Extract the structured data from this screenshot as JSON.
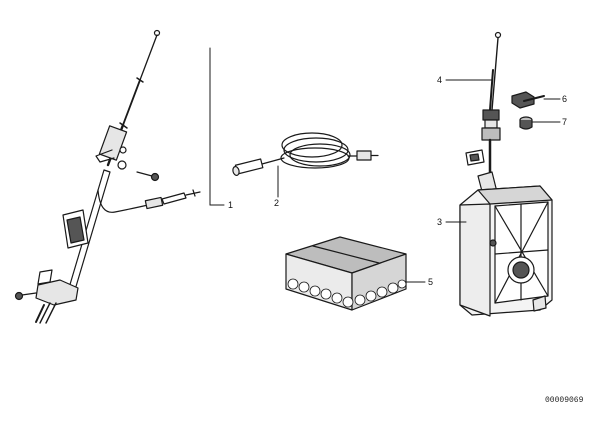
{
  "diagram": {
    "callouts": [
      {
        "id": "1",
        "text": "1"
      },
      {
        "id": "2",
        "text": "2"
      },
      {
        "id": "3",
        "text": "3"
      },
      {
        "id": "4",
        "text": "4"
      },
      {
        "id": "5",
        "text": "5"
      },
      {
        "id": "6",
        "text": "6"
      },
      {
        "id": "7",
        "text": "7"
      }
    ],
    "doc_number": "00009069",
    "colors": {
      "line": "#1a1a1a",
      "fill_light": "#e6e6e6",
      "fill_mid": "#bdbdbd",
      "fill_dark": "#555555"
    }
  }
}
